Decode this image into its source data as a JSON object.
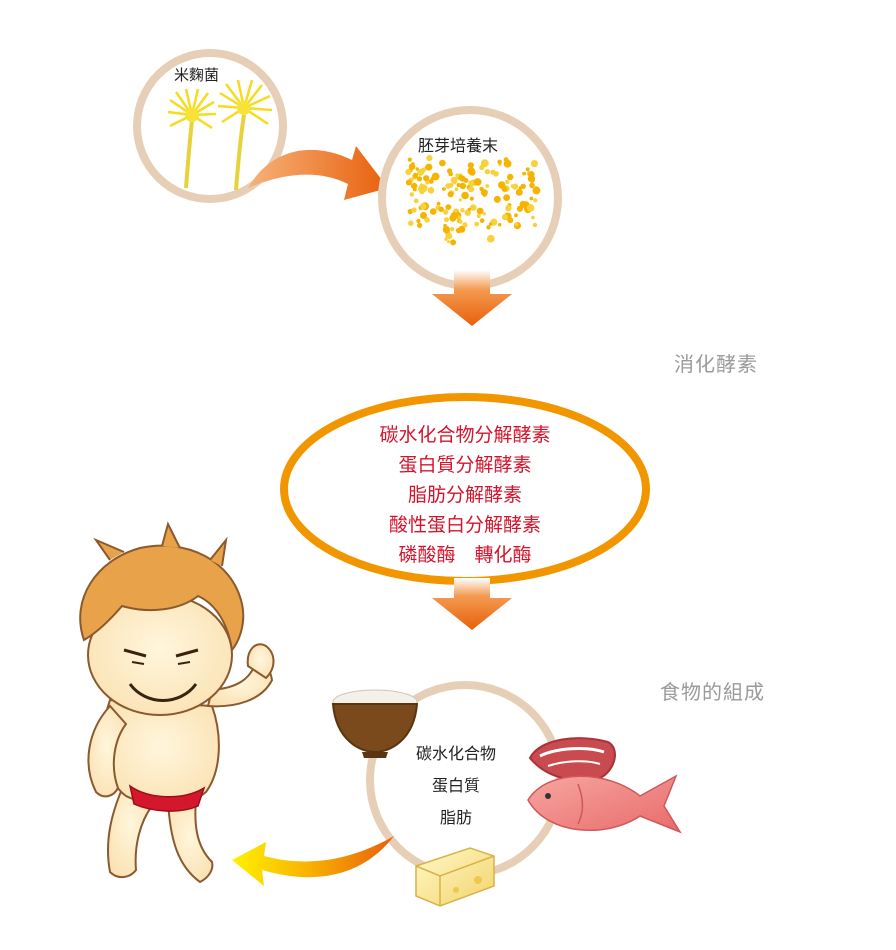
{
  "top_circle_1": {
    "label": "米麴菌"
  },
  "top_circle_2": {
    "label": "胚芽培養末"
  },
  "section_digestive": {
    "label": "消化酵素"
  },
  "enzymes": [
    "碳水化合物分解酵素",
    "蛋白質分解酵素",
    "脂肪分解酵素",
    "酸性蛋白分解酵素",
    "磷酸酶　轉化酶"
  ],
  "section_food": {
    "label": "食物的組成"
  },
  "food_components": [
    "碳水化合物",
    "蛋白質",
    "脂肪"
  ],
  "colors": {
    "arrow_orange": "#e8600c",
    "ring_beige": "#e6cfb6",
    "ring_orange": "#f29600",
    "enzyme_red": "#d5142c",
    "label_gray": "#9a9a9a",
    "mold_yellow": "#f5dc1e",
    "spore_yellow": "#f4b400"
  },
  "icons": [
    "aspergillus-mold-icon",
    "germ-powder-icon",
    "rice-bowl-icon",
    "fish-icon",
    "meat-icon",
    "cheese-icon",
    "muscle-man-icon"
  ]
}
